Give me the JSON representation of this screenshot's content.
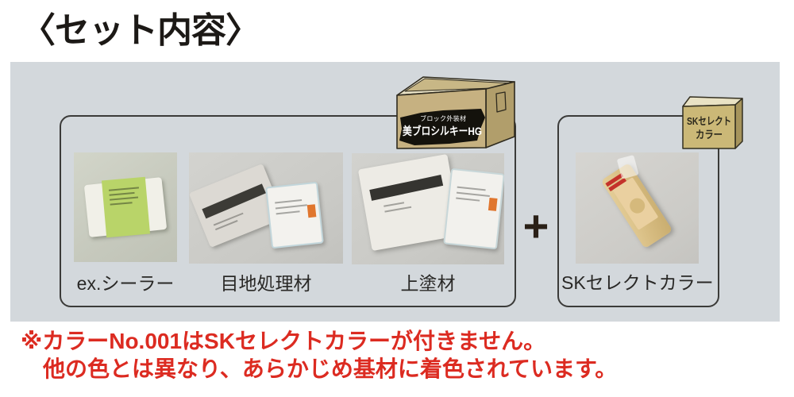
{
  "title": "〈セット内容〉",
  "main_set": {
    "carton": {
      "tagline": "ブロック外装材",
      "name": "美ブロシルキーHG"
    },
    "items": [
      {
        "label": "ex.シーラー"
      },
      {
        "label": "目地処理材"
      },
      {
        "label": "上塗材"
      }
    ]
  },
  "plus": "+",
  "option_set": {
    "carton": {
      "line1": "SKセレクト",
      "line2": "カラー"
    },
    "item": {
      "label": "SKセレクトカラー"
    }
  },
  "note": {
    "line1": "※カラーNo.001はSKセレクトカラーが付きません。",
    "line2": "他の色とは異なり、あらかじめ基材に着色されています。"
  },
  "colors": {
    "panel_bg": "#d3d8dc",
    "note_red": "#dc2b21",
    "carton_front": "#c6b181",
    "carton_top": "#e9e2c6",
    "carton_side": "#b19e6b",
    "sealer_band_green": "#b9d469"
  }
}
